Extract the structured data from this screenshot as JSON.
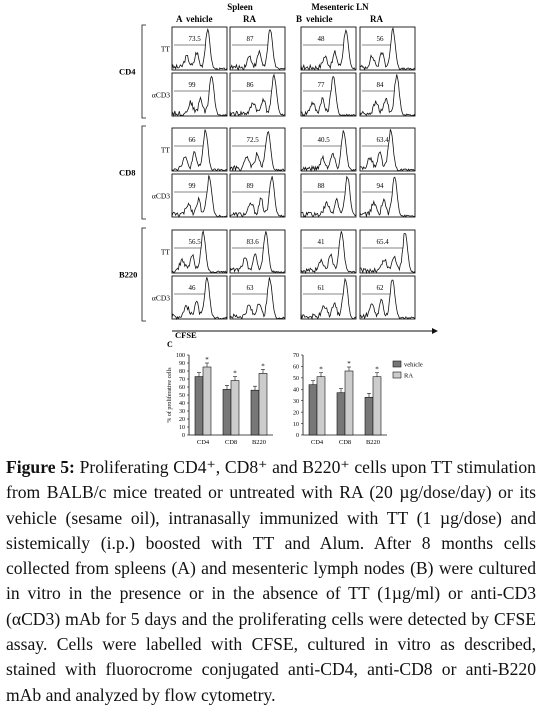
{
  "panels": {
    "spleen_title": "Spleen",
    "mln_title": "Mesenteric LN",
    "col_a_label": "A",
    "col_a_vehicle": "vehicle",
    "col_a_ra": "RA",
    "col_b_label": "B",
    "col_b_vehicle": "vehicle",
    "col_b_ra": "RA",
    "xaxis_label": "CFSE",
    "groups": [
      {
        "name": "CD4",
        "rows": [
          {
            "stim": "TT",
            "values": [
              "73.5",
              "87",
              "48",
              "56"
            ]
          },
          {
            "stim": "αCD3",
            "values": [
              "99",
              "86",
              "77",
              "84"
            ]
          }
        ]
      },
      {
        "name": "CD8",
        "rows": [
          {
            "stim": "TT",
            "values": [
              "66",
              "72.5",
              "40.5",
              "63.4"
            ]
          },
          {
            "stim": "αCD3",
            "values": [
              "99",
              "89",
              "88",
              "94"
            ]
          }
        ]
      },
      {
        "name": "B220",
        "rows": [
          {
            "stim": "TT",
            "values": [
              "56.5",
              "83.6",
              "41",
              "65.4"
            ]
          },
          {
            "stim": "αCD3",
            "values": [
              "46",
              "63",
              "61",
              "62"
            ]
          }
        ]
      }
    ]
  },
  "panel_c_label": "C",
  "chart_data": [
    {
      "type": "bar",
      "categories": [
        "CD4",
        "CD8",
        "B220"
      ],
      "ylabel": "% of proliferative cells",
      "ylim": [
        0,
        100
      ],
      "yticks": [
        "0",
        "10",
        "20",
        "30",
        "40",
        "50",
        "60",
        "70",
        "80",
        "90",
        "100"
      ],
      "series": [
        {
          "values": [
            73,
            57,
            56
          ],
          "color": "#777777"
        },
        {
          "values": [
            85,
            68,
            77
          ],
          "color": "#cccccc"
        }
      ],
      "significance": [
        "*",
        "*",
        "*"
      ]
    },
    {
      "type": "bar",
      "categories": [
        "CD4",
        "CD8",
        "B220"
      ],
      "ylim": [
        0,
        70
      ],
      "yticks": [
        "0",
        "10",
        "20",
        "30",
        "40",
        "50",
        "60",
        "70"
      ],
      "series": [
        {
          "name": "vehicle",
          "values": [
            44,
            37,
            33
          ],
          "color": "#777777"
        },
        {
          "name": "RA",
          "values": [
            51,
            56,
            51
          ],
          "color": "#cccccc"
        }
      ],
      "legend": "top-right",
      "significance": [
        "*",
        "*",
        "*"
      ]
    }
  ],
  "caption": {
    "label": "Figure 5:",
    "text": "Proliferating CD4⁺, CD8⁺ and B220⁺ cells upon TT stimulation from BALB/c mice treated or untreated with RA (20 µg/dose/day) or its vehicle (sesame oil), intranasally immunized with TT (1 µg/dose) and sistemically (i.p.) boosted with TT and Alum. After 8 months cells collected from spleens (A) and mesenteric lymph nodes (B) were cultured in vitro in the presence or in the absence of TT (1µg/ml) or anti-CD3 (αCD3) mAb for 5 days and the proliferating cells were detected by CFSE assay. Cells were labelled with CFSE, cultured in vitro as described, stained with fluorocrome conjugated anti-CD4, anti-CD8 or anti-B220 mAb and analyzed by flow cytometry."
  }
}
